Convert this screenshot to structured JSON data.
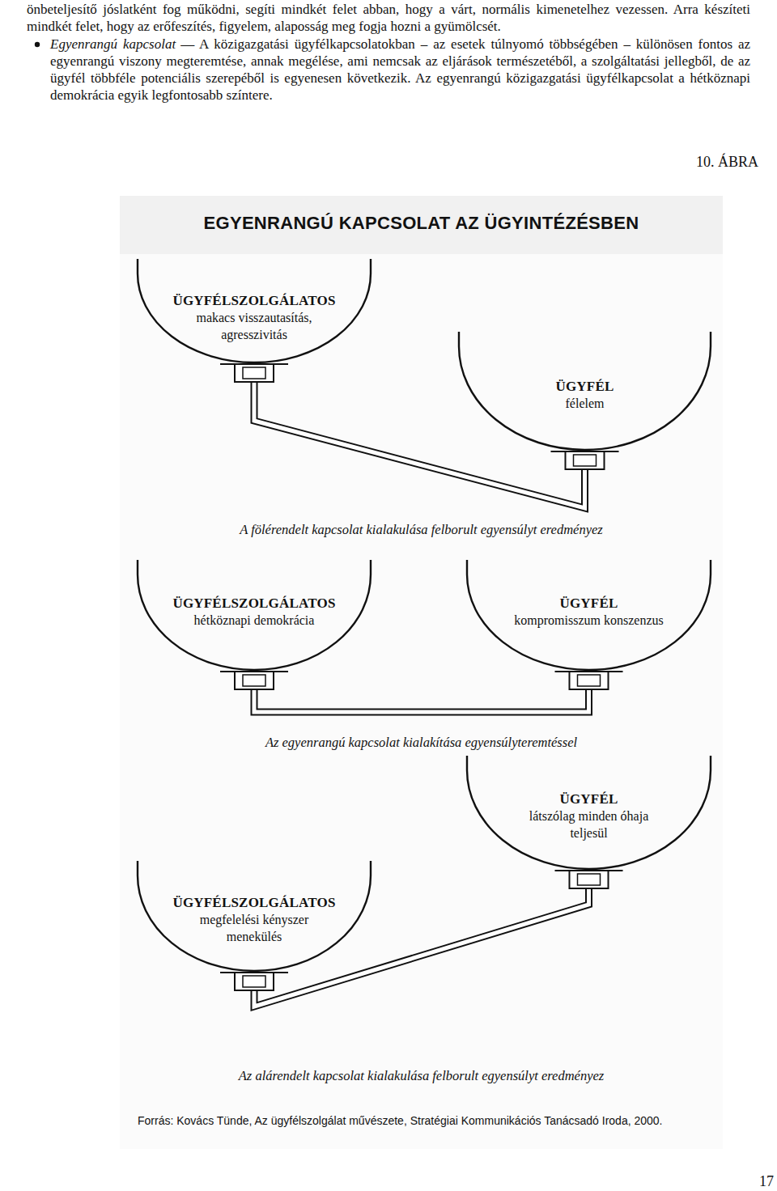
{
  "diagram": {
    "title": "EGYENRANGÚ KAPCSOLAT AZ ÜGYINTÉZÉSBEN",
    "caption": "Forrás: Kovács Tünde, Az ügyfélszolgálat művészete, Stratégiai Kommunikációs Tanácsadó Iroda, 2000.",
    "nodes": [
      {
        "text": [
          "ÜGYFÉLSZOLGÁLATOS",
          "makacs visszautasítás, agresszivitás"
        ]
      },
      {
        "text": [
          "ÜGYFÉL",
          "félelem"
        ]
      },
      {
        "text": [
          "ÜGYFÉLSZOLGÁLATOS",
          "hétköznapi demokrácia"
        ]
      },
      {
        "text": [
          "ÜGYFÉL",
          "kompromisszum konszenzus"
        ]
      },
      {
        "text": [
          "ÜGYFÉL",
          "látszólag minden óhaja teljesül"
        ]
      },
      {
        "text": [
          "ÜGYFÉLSZOLGÁLATOS",
          "megfelelési kényszer menekülés"
        ]
      }
    ],
    "edges": [
      {
        "from": 0,
        "to": 1,
        "arrow": "none"
      },
      {
        "from": 2,
        "to": 3,
        "arrow": "none"
      },
      {
        "from": 5,
        "to": 4,
        "arrow": "none"
      }
    ],
    "labels": [
      "önbeteljesítő jóslatként fog működni, segíti mindkét felet abban, hogy a várt, normális kimenetelhez vezessen. Arra készíteti mindkét felet, hogy az erőfeszítés, figyelem, alaposság meg fogja hozni a gyümölcsét.",
      "Egyenrangú kapcsolat",
      "— A közigazgatási ügyfélkapcsolatokban – az esetek túlnyomó többségében – különösen fontos az egyenrangú viszony megteremtése, annak megélése, ami nemcsak az eljárások természetéből, a szolgáltatási jellegből, de az ügyfél többféle potenciális szerepéből is egyenesen következik. Az egyenrangú közigazgatási ügyfélkapcsolat a hétköznapi demokrácia egyik legfontosabb színtere.",
      "10. ÁBRA",
      "A fölérendelt kapcsolat kialakulása felborult egyensúlyt eredményez",
      "Az egyenrangú kapcsolat kialakítása egyensúlyteremtéssel",
      "Az alárendelt kapcsolat kialakulása felborult egyensúlyt eredményez",
      "17"
    ]
  }
}
